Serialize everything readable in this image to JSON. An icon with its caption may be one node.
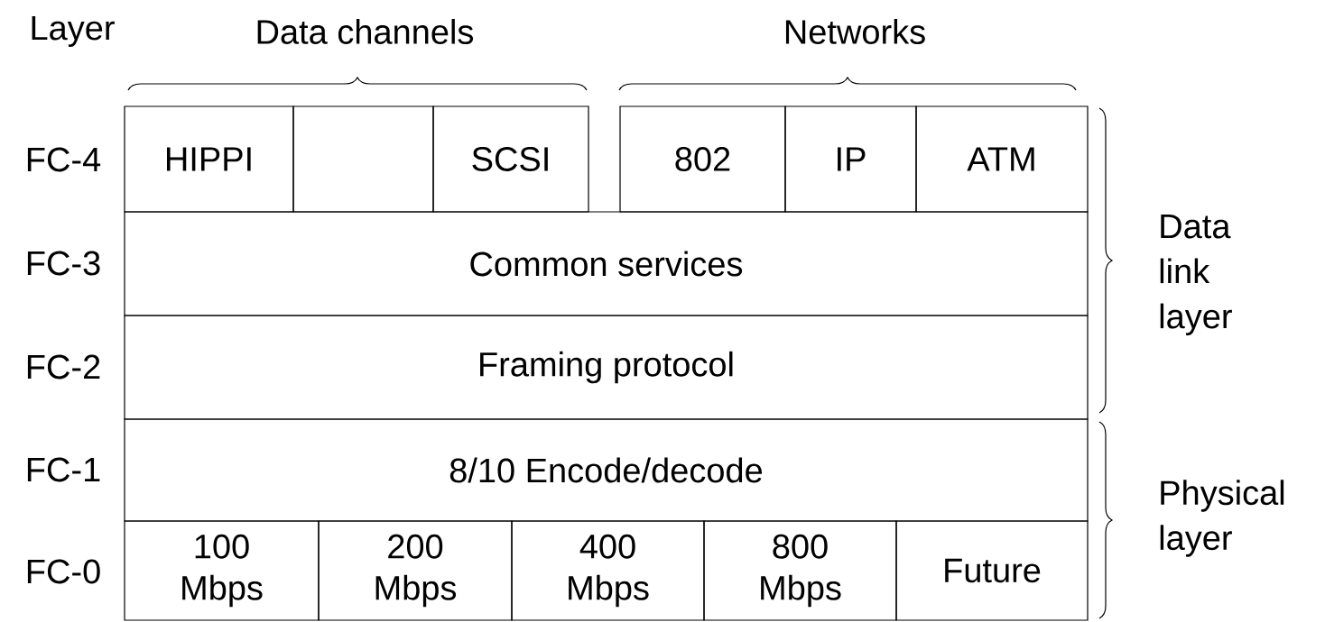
{
  "diagram": {
    "nodes": [
      {
        "text": [
          "HIPPI"
        ]
      },
      {
        "text": [],
        "shape": "box"
      },
      {
        "text": [
          "SCSI"
        ]
      },
      {
        "text": [
          "802"
        ]
      },
      {
        "text": [
          "IP"
        ]
      },
      {
        "text": [
          "ATM"
        ]
      },
      {
        "text": [
          "Common services"
        ]
      },
      {
        "text": [
          "Framing protocol"
        ]
      },
      {
        "text": [
          "8/10 Encode/decode"
        ]
      },
      {
        "text": [
          "100 Mbps"
        ]
      },
      {
        "text": [
          "200 Mbps"
        ]
      },
      {
        "text": [
          "400 Mbps"
        ]
      },
      {
        "text": [
          "800 Mbps"
        ]
      },
      {
        "text": [
          "Future"
        ]
      }
    ],
    "labels": [
      "Layer",
      "Data channels",
      "Networks",
      "FC-4",
      "FC-3",
      "FC-2",
      "FC-1",
      "FC-0",
      "Data link layer",
      "Physical layer"
    ]
  }
}
